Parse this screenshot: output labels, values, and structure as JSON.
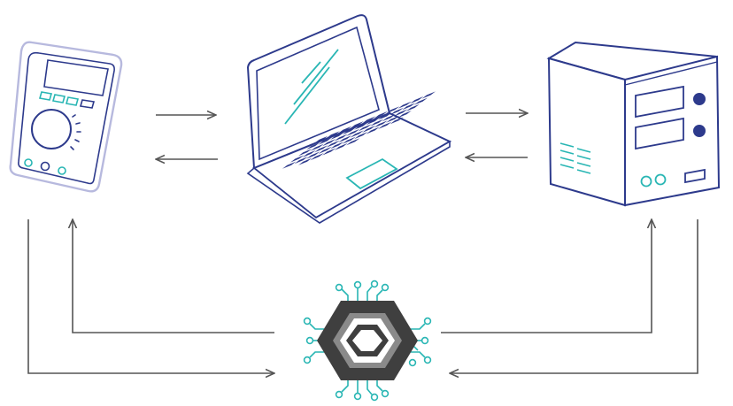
{
  "colors": {
    "navy": "#2d3a8c",
    "teal": "#29b6b4",
    "lavender": "#b7b9de",
    "arrow": "#555555",
    "chip_dark": "#3f3f3f",
    "chip_mid": "#8a8a8a",
    "background": "#ffffff"
  },
  "nodes": {
    "multimeter": {
      "icon": "multimeter-icon"
    },
    "laptop": {
      "icon": "laptop-icon"
    },
    "power_supply": {
      "icon": "power-supply-icon"
    },
    "chip": {
      "icon": "microchip-icon"
    }
  },
  "connections": [
    {
      "from": "multimeter",
      "to": "laptop"
    },
    {
      "from": "laptop",
      "to": "multimeter"
    },
    {
      "from": "laptop",
      "to": "power_supply"
    },
    {
      "from": "power_supply",
      "to": "laptop"
    },
    {
      "from": "chip",
      "to": "multimeter"
    },
    {
      "from": "multimeter",
      "to": "chip"
    },
    {
      "from": "chip",
      "to": "power_supply"
    },
    {
      "from": "power_supply",
      "to": "chip"
    }
  ]
}
